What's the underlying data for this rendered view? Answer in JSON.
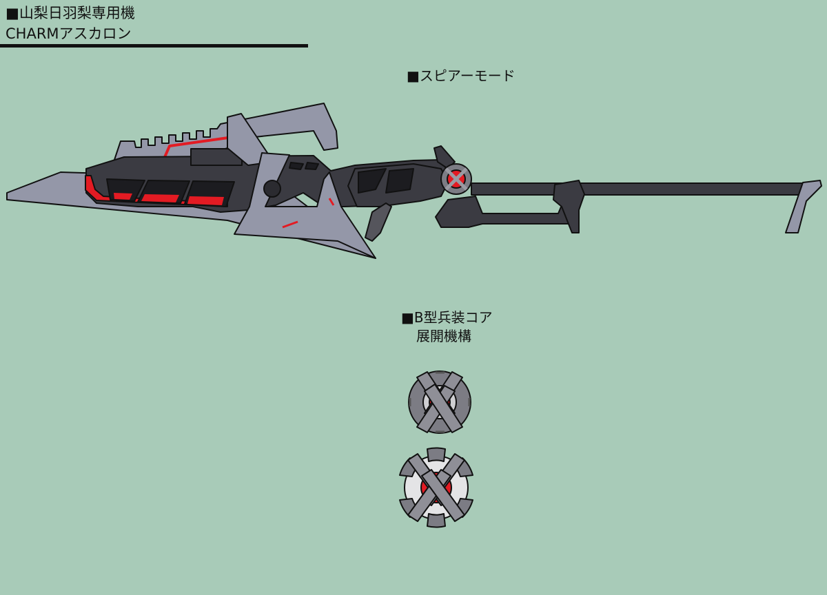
{
  "header": {
    "title_line1": "■山梨日羽梨専用機",
    "title_line2": "CHARMアスカロン"
  },
  "sections": {
    "spear_mode_label": "■スピアーモード",
    "core_label": "■B型兵装コア",
    "core_sub_label": "展開機構"
  },
  "colors": {
    "background": "#a8cbb8",
    "blade_gray": "#9497a8",
    "frame_dark": "#3b3b42",
    "accent_red": "#e31b23",
    "outline": "#111111",
    "core_light": "#cfcfd2"
  }
}
